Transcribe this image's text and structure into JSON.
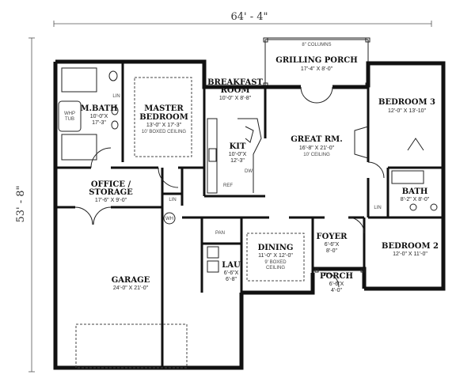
{
  "dimensions": {
    "width": "64' - 4\"",
    "depth": "53' - 8\""
  },
  "rooms": {
    "grilling_porch": {
      "name": "GRILLING PORCH",
      "size": "17'-4\" X 8'-0\"",
      "note": "8\" COLUMNS"
    },
    "breakfast": {
      "name1": "BREAKFAST",
      "name2": "ROOM",
      "size": "10'-0\" X 8'-8\""
    },
    "master_bath": {
      "name": "M.BATH",
      "size1": "10'-0\"X",
      "size2": "17'-3\"",
      "tub_label1": "WHP",
      "tub_label2": "TUB"
    },
    "master_bedroom": {
      "name1": "MASTER",
      "name2": "BEDROOM",
      "size": "13'-0\" X 17'-3\"",
      "note": "10' BOXED CEILING"
    },
    "bedroom3": {
      "name": "BEDROOM 3",
      "size": "12'-0\" X 13'-10\""
    },
    "great_room": {
      "name": "GREAT RM.",
      "size": "16'-8\" X 21'-0\"",
      "note": "10' CEILING"
    },
    "kitchen": {
      "name": "KIT",
      "size1": "10'-0\"X",
      "size2": "12'-3\"",
      "ref": "REF",
      "dw": "DW"
    },
    "office": {
      "name1": "OFFICE /",
      "name2": "STORAGE",
      "size": "17'-6\" X 9'-0\""
    },
    "bath": {
      "name": "BATH",
      "size": "8'-2\" X 8'-0\""
    },
    "dining": {
      "name": "DINING",
      "size": "11'-0\" X 12'-0\"",
      "note1": "9' BOXED",
      "note2": "CEILING"
    },
    "foyer": {
      "name": "FOYER",
      "size1": "6'-6\"X",
      "size2": "8'-0\""
    },
    "bedroom2": {
      "name": "BEDROOM 2",
      "size": "12'-0\" X 11'-0\""
    },
    "lau": {
      "name": "LAU",
      "size1": "6'-6\"X",
      "size2": "6'-8\""
    },
    "porch": {
      "name": "PORCH",
      "size1": "6'-6\"X",
      "size2": "4'-0\""
    },
    "garage": {
      "name": "GARAGE",
      "size": "24'-0\" X 21'-0\""
    }
  },
  "labels": {
    "lin": "LIN",
    "pan": "PAN",
    "wh": "WH"
  }
}
